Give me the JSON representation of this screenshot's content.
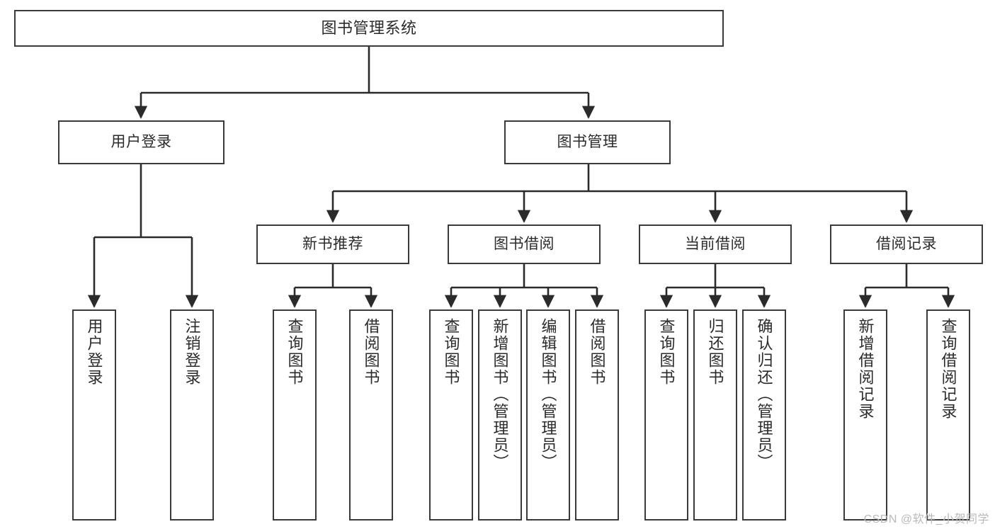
{
  "diagram": {
    "title": "图书管理系统",
    "type": "tree-functional-structure",
    "watermark": "CSDN @软件_小贺同学",
    "colors": {
      "box_border": "#3a3a3a",
      "box_fill": "#ffffff",
      "edge": "#2b2b2b",
      "text": "#2b2b2b",
      "watermark": "#b9b9b9"
    },
    "nodes": {
      "root": {
        "label": "图书管理系统"
      },
      "level2": [
        {
          "id": "user-login",
          "label": "用户登录"
        },
        {
          "id": "book-management",
          "label": "图书管理"
        }
      ],
      "level3": [
        {
          "id": "new-book-recommend",
          "label": "新书推荐"
        },
        {
          "id": "book-borrow",
          "label": "图书借阅"
        },
        {
          "id": "current-borrow",
          "label": "当前借阅"
        },
        {
          "id": "borrow-record",
          "label": "借阅记录"
        }
      ],
      "leaves": {
        "user_login": [
          {
            "id": "leaf-user-login",
            "label": "用户登录"
          },
          {
            "id": "leaf-logout-login",
            "label": "注销登录"
          }
        ],
        "new_book_recommend": [
          {
            "id": "leaf-query-book-1",
            "label": "查询图书"
          },
          {
            "id": "leaf-borrow-book-1",
            "label": "借阅图书"
          }
        ],
        "book_borrow": [
          {
            "id": "leaf-query-book-2",
            "label": "查询图书"
          },
          {
            "id": "leaf-add-book",
            "label": "新增图书（管理员）"
          },
          {
            "id": "leaf-edit-book",
            "label": "编辑图书（管理员）"
          },
          {
            "id": "leaf-borrow-book-2",
            "label": "借阅图书"
          }
        ],
        "current_borrow": [
          {
            "id": "leaf-query-book-3",
            "label": "查询图书"
          },
          {
            "id": "leaf-return-book",
            "label": "归还图书"
          },
          {
            "id": "leaf-confirm-return",
            "label": "确认归还（管理员）"
          }
        ],
        "borrow_record": [
          {
            "id": "leaf-add-borrow-record",
            "label": "新增借阅记录"
          },
          {
            "id": "leaf-query-borrow-record",
            "label": "查询借阅记录"
          }
        ]
      }
    }
  }
}
